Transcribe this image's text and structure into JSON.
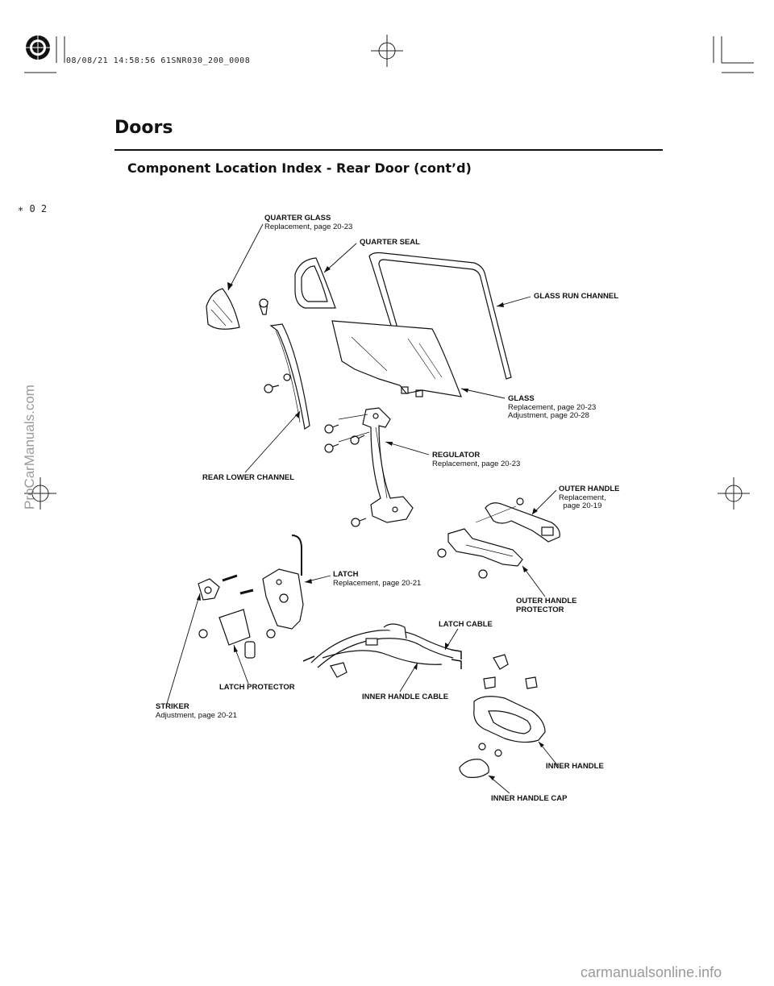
{
  "header": {
    "stamp": "08/08/21 14:58:56 61SNR030_200_0008",
    "title": "Doors",
    "subtitle": "Component Location Index - Rear Door (cont’d)",
    "margin_code": "∗ 0 2"
  },
  "watermarks": {
    "side": "ProCarManuals.com",
    "footer": "carmanualsonline.info"
  },
  "labels": {
    "quarter_glass": {
      "name": "QUARTER GLASS",
      "lines": [
        "Replacement, page 20-23"
      ]
    },
    "quarter_seal": {
      "name": "QUARTER SEAL",
      "lines": []
    },
    "glass_run_channel": {
      "name": "GLASS RUN CHANNEL",
      "lines": []
    },
    "glass": {
      "name": "GLASS",
      "lines": [
        "Replacement, page 20-23",
        "Adjustment, page 20-28"
      ]
    },
    "regulator": {
      "name": "REGULATOR",
      "lines": [
        "Replacement, page 20-23"
      ]
    },
    "rear_lower_channel": {
      "name": "REAR LOWER CHANNEL",
      "lines": []
    },
    "outer_handle": {
      "name": "OUTER HANDLE",
      "lines": [
        "Replacement,",
        "  page 20-19"
      ]
    },
    "latch": {
      "name": "LATCH",
      "lines": [
        "Replacement, page 20-21"
      ]
    },
    "outer_handle_protector": {
      "name": "OUTER HANDLE",
      "lines": [
        "PROTECTOR"
      ]
    },
    "latch_cable": {
      "name": "LATCH CABLE",
      "lines": []
    },
    "latch_protector": {
      "name": "LATCH PROTECTOR",
      "lines": []
    },
    "inner_handle_cable": {
      "name": "INNER HANDLE CABLE",
      "lines": []
    },
    "striker": {
      "name": "STRIKER",
      "lines": [
        "Adjustment, page 20-21"
      ]
    },
    "inner_handle": {
      "name": "INNER HANDLE",
      "lines": []
    },
    "inner_handle_cap": {
      "name": "INNER HANDLE CAP",
      "lines": []
    }
  }
}
